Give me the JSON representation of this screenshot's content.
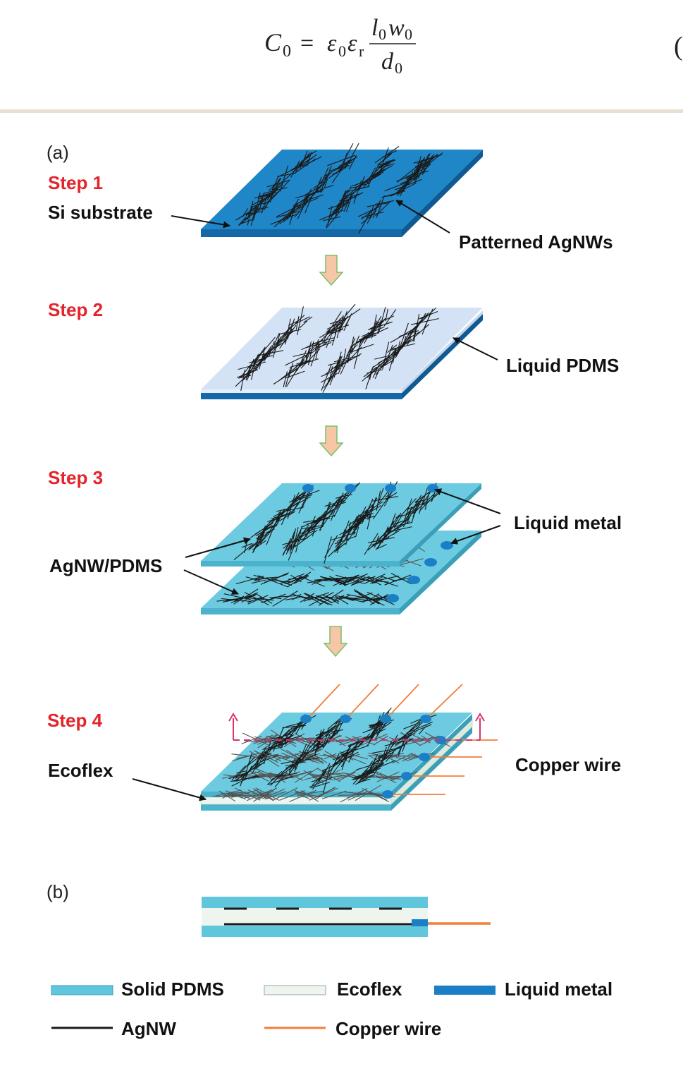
{
  "equation": {
    "lhs": "C",
    "lhs_sub": "0",
    "equals": "=",
    "eps": "ε",
    "eps_sub0": "0",
    "eps_subr": "r",
    "num_l": "l",
    "num_l_sub": "0",
    "num_w": "w",
    "num_w_sub": "0",
    "den_d": "d",
    "den_d_sub": "0",
    "number_paren": "("
  },
  "panel_a": "(a)",
  "panel_b": "(b)",
  "steps": {
    "step1": "Step 1",
    "step2": "Step 2",
    "step3": "Step 3",
    "step4": "Step 4"
  },
  "labels": {
    "si_substrate": "Si substrate",
    "patterned_agnws": "Patterned AgNWs",
    "liquid_pdms": "Liquid PDMS",
    "liquid_metal": "Liquid metal",
    "agnw_pdms": "AgNW/PDMS",
    "ecoflex": "Ecoflex",
    "copper_wire": "Copper wire"
  },
  "legend": {
    "solid_pdms": "Solid PDMS",
    "ecoflex": "Ecoflex",
    "liquid_metal": "Liquid metal",
    "agnw": "AgNW",
    "copper_wire": "Copper wire"
  },
  "colors": {
    "solid_pdms": "#5fc6dc",
    "liquid_metal": "#1b7fc6",
    "si_top": "#1f86c8",
    "si_side": "#1468a8",
    "liquid_pdms_top": "#d3e3f5",
    "ecoflex": "#eef5ee",
    "copper": "#f07f3a",
    "agnw": "#1a1a1a",
    "step_red": "#e4232b",
    "arrow_fill": "#f7c6a6",
    "arrow_stroke": "#7bbf6a",
    "cut_line": "#d6336c",
    "divider": "#e5e0d2"
  }
}
